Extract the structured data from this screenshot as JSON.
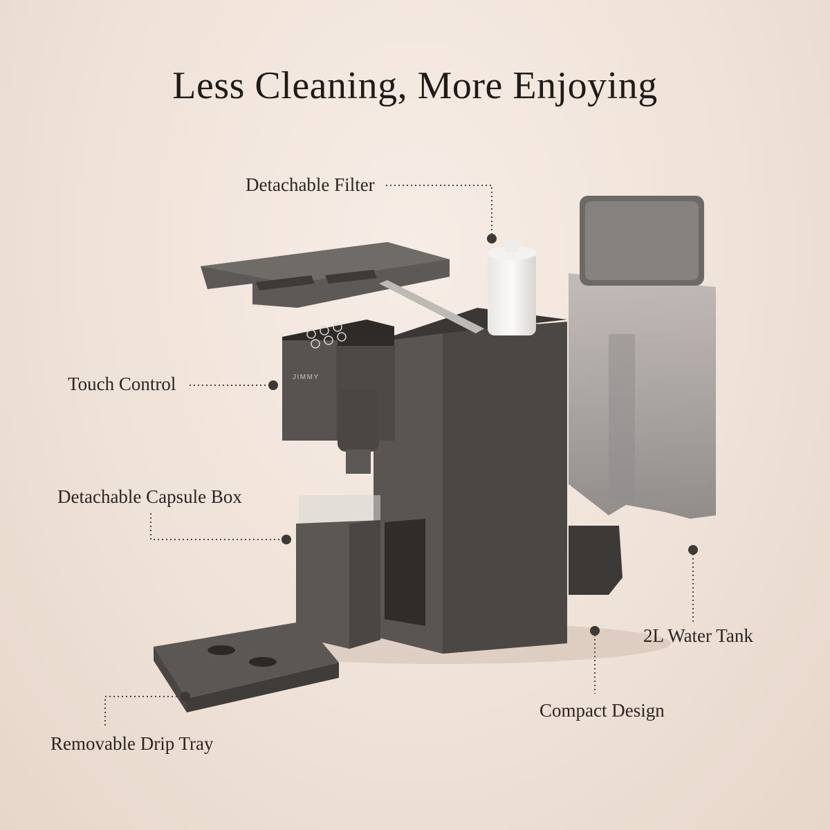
{
  "title": "Less Cleaning, More Enjoying",
  "brand": "JIMMY",
  "callouts": {
    "detachable_filter": "Detachable Filter",
    "touch_control": "Touch Control",
    "detachable_capsule_box": "Detachable Capsule Box",
    "water_tank": "2L Water Tank",
    "compact_design": "Compact Design",
    "drip_tray": "Removable Drip Tray"
  },
  "colors": {
    "background": "#efe2d8",
    "machine_body": "#4a4643",
    "accent_dot": "#3c3936"
  }
}
